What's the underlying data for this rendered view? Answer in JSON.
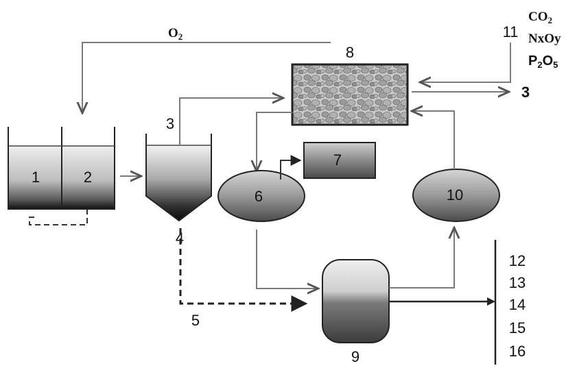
{
  "labels": {
    "n1": "1",
    "n2": "2",
    "n3_settler": "3",
    "n3_out": "3",
    "n4": "4",
    "n5": "5",
    "n6": "6",
    "n7": "7",
    "n8": "8",
    "n9": "9",
    "n10": "10",
    "n11": "11",
    "n12": "12",
    "n13": "13",
    "n14": "14",
    "n15": "15",
    "n16": "16"
  },
  "gases": {
    "o2_main": "O",
    "o2_sub": "2",
    "co2_main": "CO",
    "co2_sub": "2",
    "nxoy": "NxOy",
    "p_main": "P",
    "p_sub1": "2",
    "o_main": "O",
    "p_sub2": "5"
  }
}
